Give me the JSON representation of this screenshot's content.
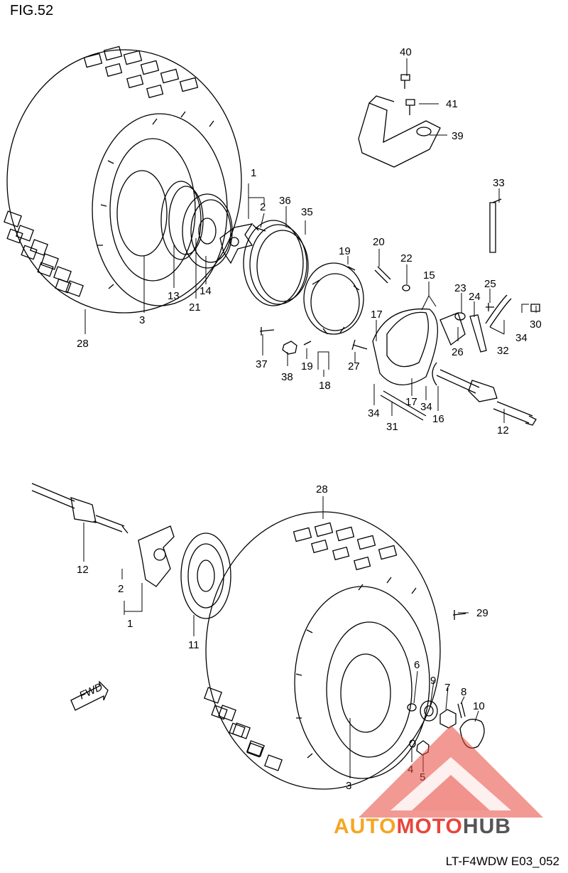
{
  "figure": {
    "title": "FIG.52",
    "code": "LT-F4WDW E03_052"
  },
  "callouts": {
    "p40": "40",
    "p41": "41",
    "p39": "39",
    "p33": "33",
    "p1a": "1",
    "p2a": "2",
    "p36": "36",
    "p35": "35",
    "p20": "20",
    "p22": "22",
    "p19a": "19",
    "p15": "15",
    "p23": "23",
    "p24": "24",
    "p25": "25",
    "p34a": "34",
    "p30": "30",
    "p3a": "3",
    "p13": "13",
    "p21": "21",
    "p14": "14",
    "p28a": "28",
    "p17a": "17",
    "p37": "37",
    "p38": "38",
    "p19b": "19",
    "p18": "18",
    "p27": "27",
    "p26": "26",
    "p32": "32",
    "p34b": "34",
    "p31": "31",
    "p17b": "17",
    "p34c": "34",
    "p16": "16",
    "p12a": "12",
    "p28b": "28",
    "p12b": "12",
    "p2b": "2",
    "p1b": "1",
    "p29": "29",
    "p11": "11",
    "p6": "6",
    "p9": "9",
    "p7": "7",
    "p8": "8",
    "p10": "10",
    "p4": "4",
    "p5": "5",
    "p3b": "3"
  },
  "fwd_label": "FWD",
  "watermark": {
    "part1": "AUTO",
    "part2": "MOTO",
    "part3": "HUB"
  },
  "colors": {
    "line": "#000000",
    "watermark_orange": "#f5a623",
    "watermark_red": "#e8463c",
    "watermark_grey": "#555555"
  }
}
